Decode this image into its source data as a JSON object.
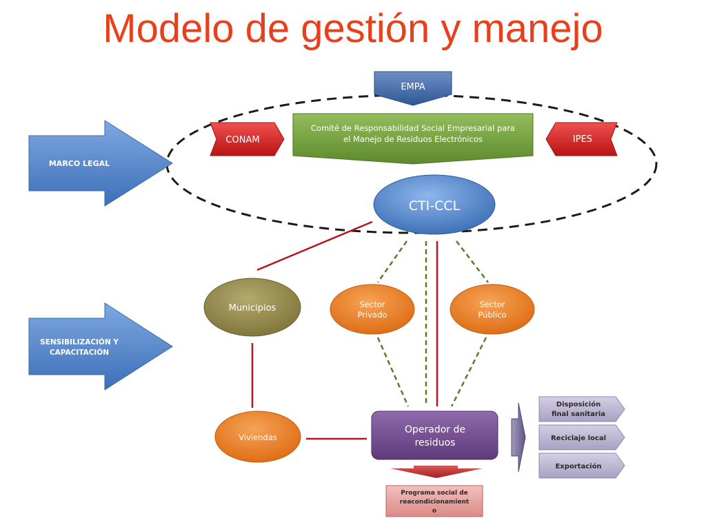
{
  "title": "Modelo de gestión y manejo",
  "nodes": {
    "empa": "EMPA",
    "conam": "CONAM",
    "ipes": "IPES",
    "comite_line1": "Comité  de Responsabilidad Social Empresarial para",
    "comite_line2": "el Manejo de Residuos Electrónicos",
    "cti": "CTI-CCL",
    "marco_legal": "MARCO LEGAL",
    "sensibilizacion_line1": "SENSIBILIZACIÓN Y",
    "sensibilizacion_line2": "CAPACITACIÓN",
    "municipios": "Municipios",
    "sector_privado_line1": "Sector",
    "sector_privado_line2": "Privado",
    "sector_publico_line1": "Sector",
    "sector_publico_line2": "Público",
    "viviendas": "Viviendas",
    "operador_line1": "Operador de",
    "operador_line2": "residuos",
    "disposicion_line1": "Disposición",
    "disposicion_line2": "final sanitaria",
    "reciclaje": "Reciclaje local",
    "exportacion": "Exportación",
    "programa_line1": "Programa social de",
    "programa_line2": "reacondicionamient",
    "programa_line3": "o"
  },
  "colors": {
    "title": "#e8401c",
    "blue": "#4a7fc8",
    "green": "#6f9a3a",
    "red": "#d42a2a",
    "olive": "#8f8448",
    "orange": "#e8761e",
    "purple": "#6f4a8c",
    "lavender": "#b9b3cf",
    "pink": "#e6a09c",
    "link_red": "#b8161b",
    "link_green": "#5a7a2a"
  }
}
